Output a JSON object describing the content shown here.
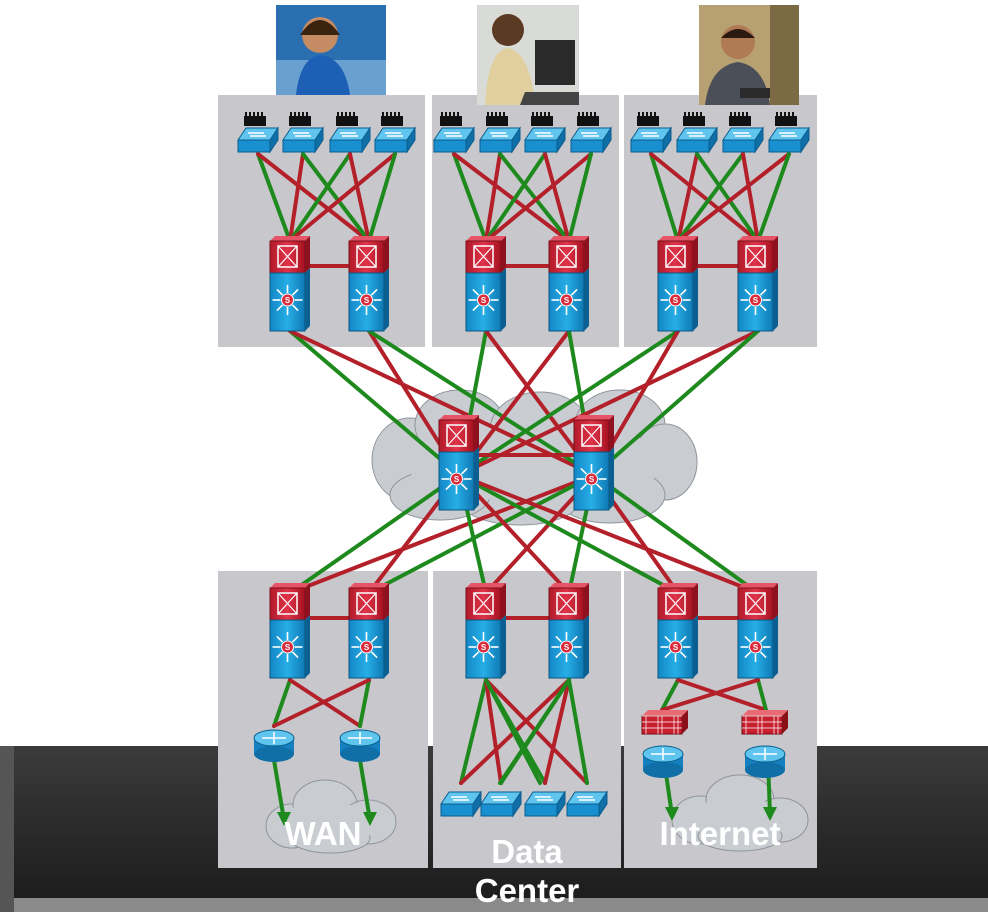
{
  "colors": {
    "panel": "#c8c7cc",
    "green_link": "#1e8a1e",
    "red_link": "#b3202a",
    "switch_blue": "#1ea0d8",
    "switch_red": "#cc2233",
    "cloud": "#c9cdd2",
    "floor_top": "#3a3a3a",
    "floor_bottom": "#1e1e1e",
    "label": "#ffffff"
  },
  "users": [
    {
      "name": "user-headset-photo"
    },
    {
      "name": "user-laptop-photo"
    },
    {
      "name": "user-phone-photo"
    }
  ],
  "labels": {
    "wan": "WAN",
    "data_center_line1": "Data",
    "data_center_line2": "Center",
    "internet": "Internet"
  },
  "blocks": {
    "access": [
      "access-block-1",
      "access-block-2",
      "access-block-3"
    ],
    "services": [
      "wan-block",
      "data-center-block",
      "internet-block"
    ]
  },
  "icons": {
    "access_switch": "workgroup-switch-icon",
    "l3_switch": "multilayer-switch-icon",
    "router": "router-icon",
    "firewall": "firewall-icon",
    "cloud": "cloud-icon"
  }
}
